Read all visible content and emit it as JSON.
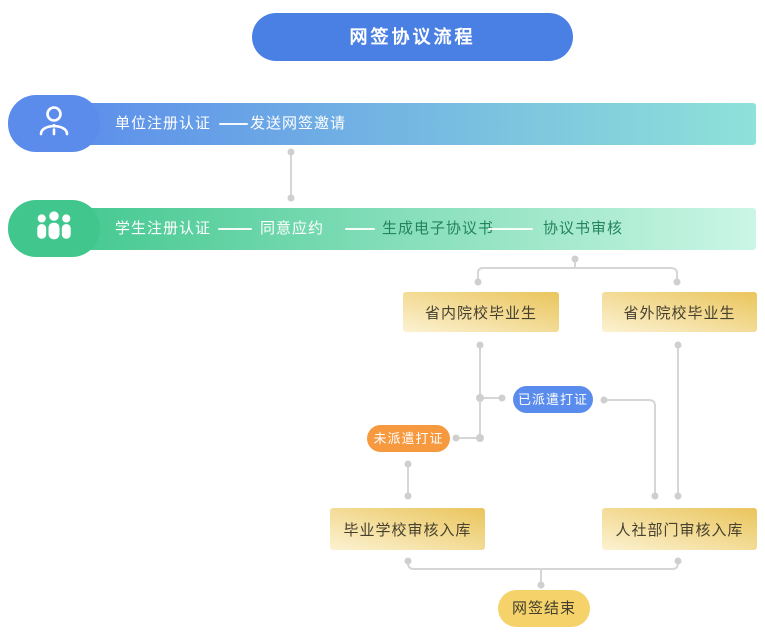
{
  "title": "网签协议流程",
  "rows": {
    "unit": {
      "icon": "user-icon",
      "steps": {
        "s1": "单位注册认证",
        "s2": "发送网签邀请"
      }
    },
    "student": {
      "icon": "users-icon",
      "steps": {
        "s1": "学生注册认证",
        "s2": "同意应约",
        "s3": "生成电子协议书",
        "s4": "协议书审核"
      }
    }
  },
  "nodes": {
    "inside_province": "省内院校毕业生",
    "outside_province": "省外院校毕业生",
    "dispatched": "已派遣打证",
    "not_dispatched": "未派遣打证",
    "school_review": "毕业学校审核入库",
    "hr_review": "人社部门审核入库",
    "end": "网签结束"
  },
  "colors": {
    "title_blue": "#4a80e4",
    "row_blue": "#5b8ceb",
    "row_blue_end": "#8ee2d9",
    "row_green": "#41c78e",
    "row_green_end": "#cbf6e6",
    "green_text": "#23845e",
    "gold": "#eac55c",
    "gold_light": "#fcf2d2",
    "box_text": "#46402f",
    "pill_blue": "#5a8ced",
    "pill_orange": "#f6993f",
    "pill_yellow": "#f5d36a",
    "line_gray": "#d6d6d6",
    "dot_gray": "#cfcfcf"
  }
}
